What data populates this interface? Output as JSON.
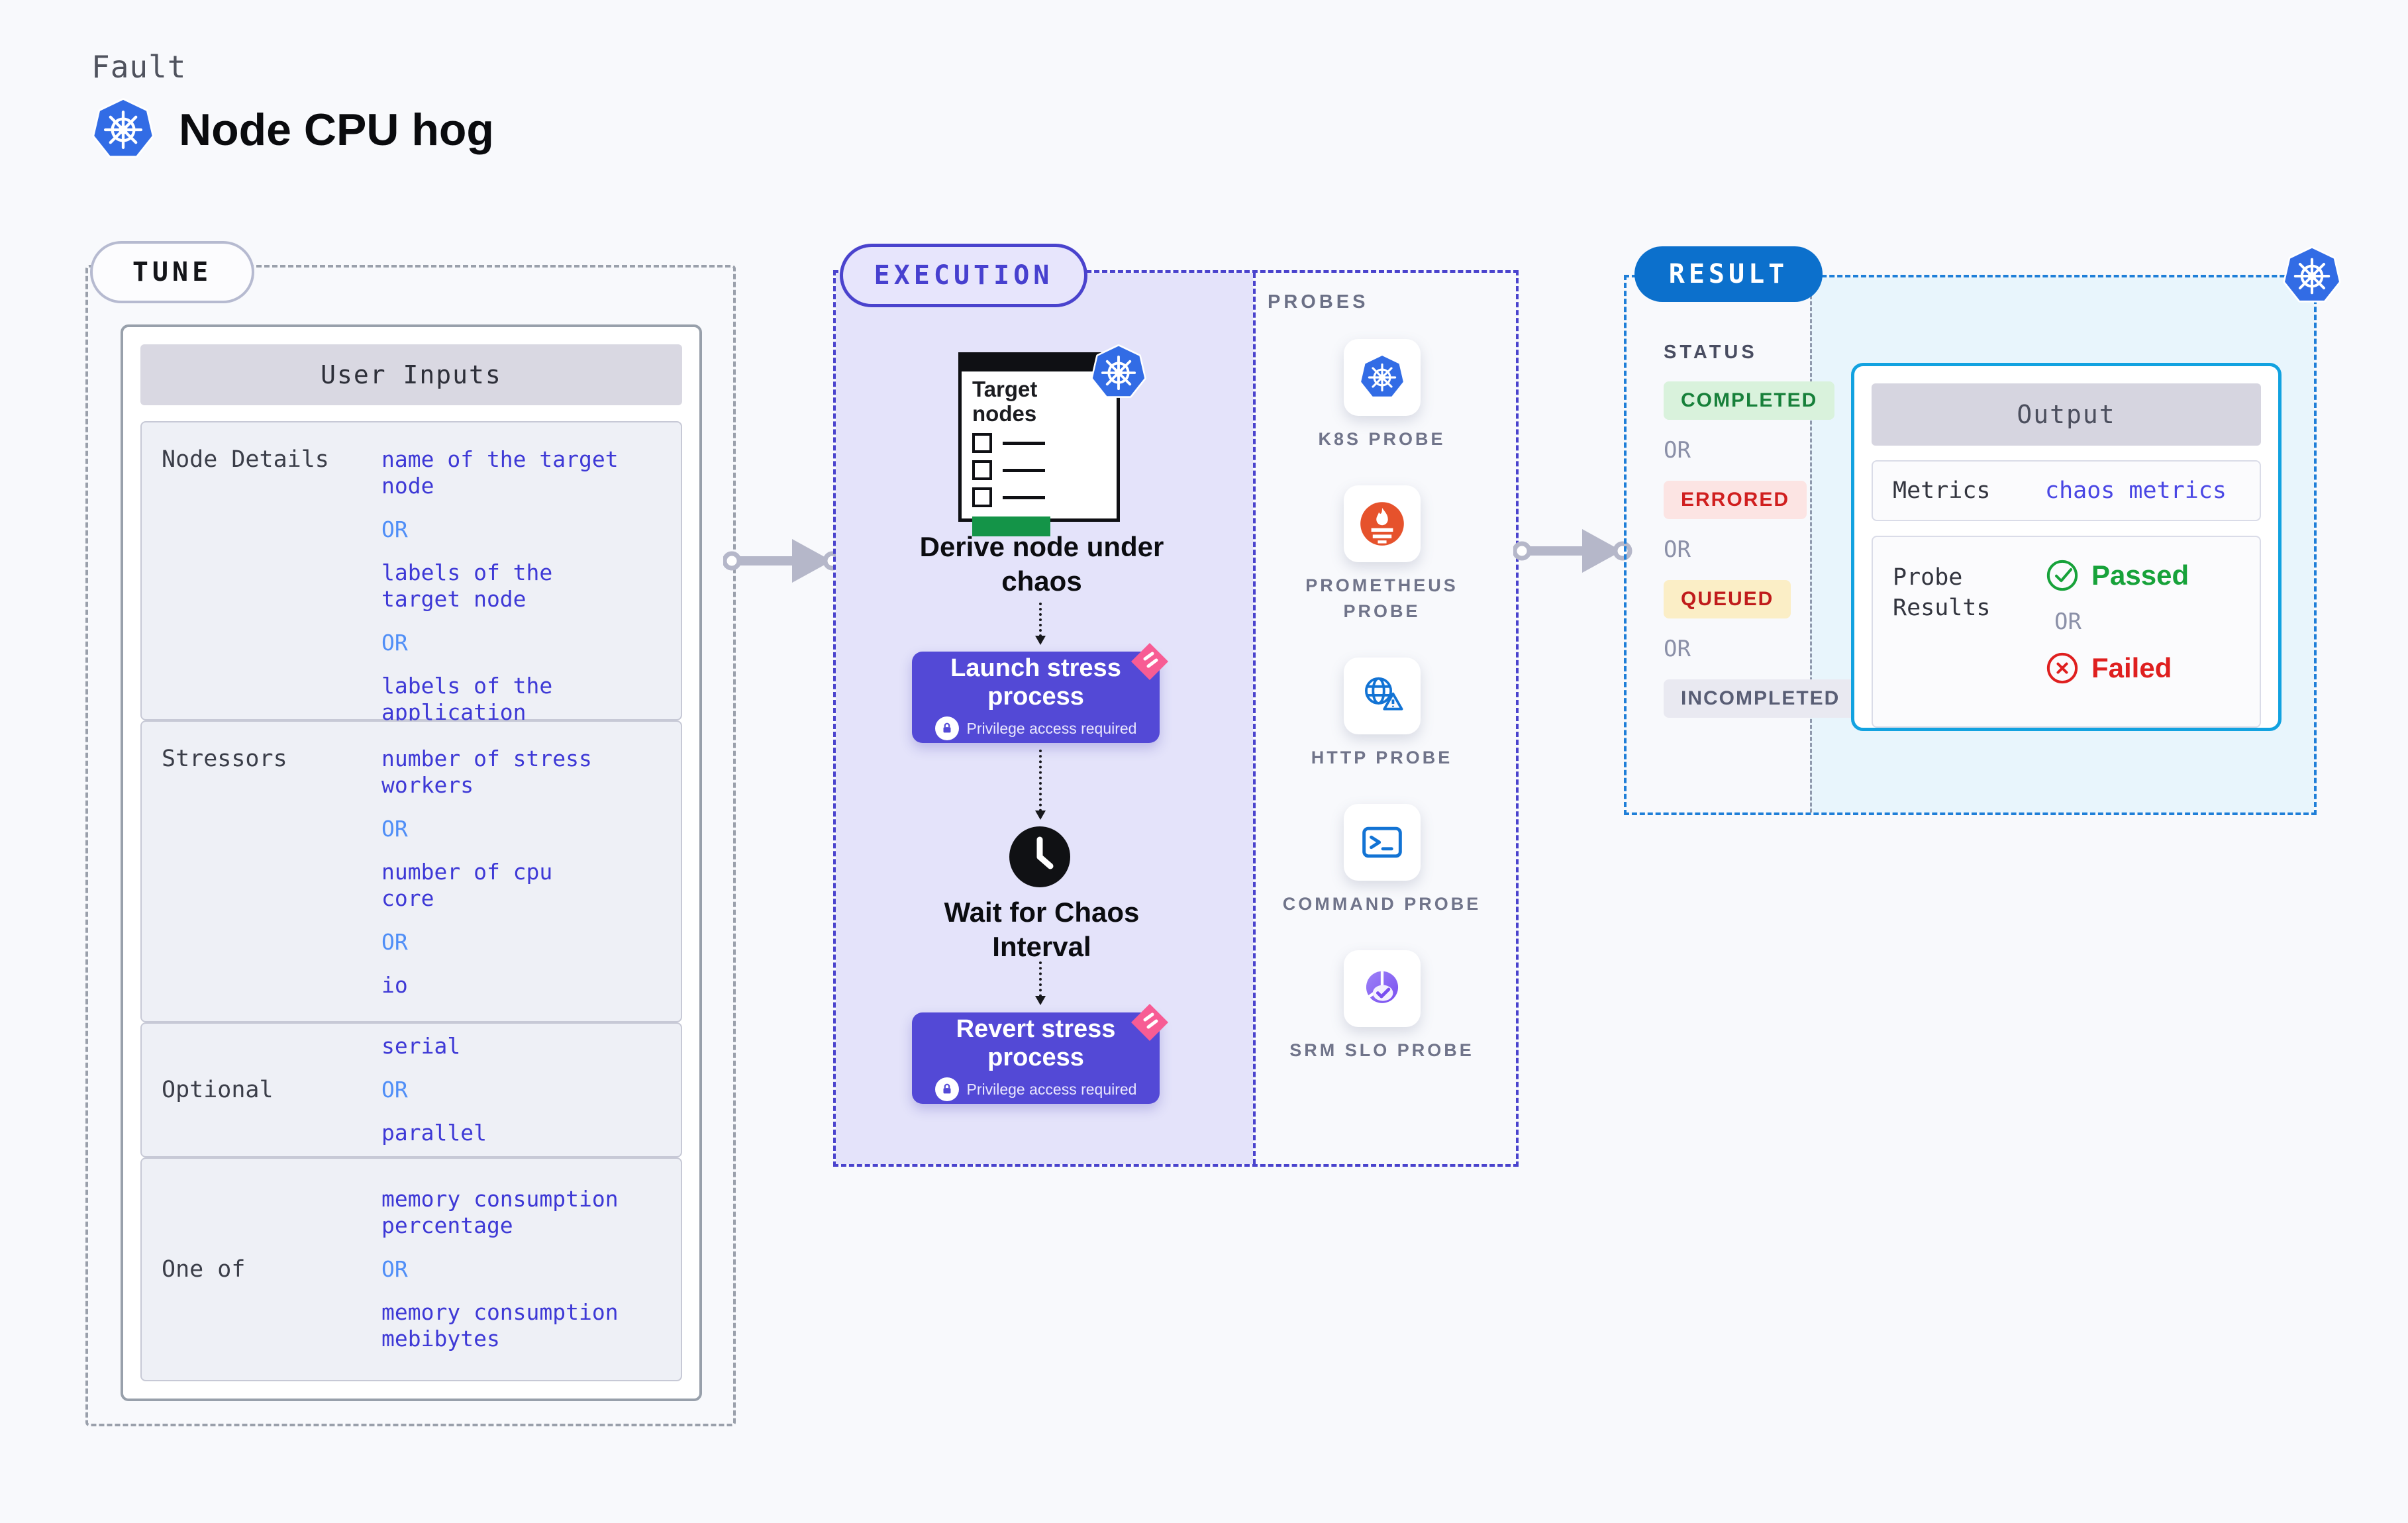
{
  "header": {
    "kicker": "Fault",
    "title": "Node CPU hog"
  },
  "tune": {
    "pill": "TUNE",
    "table_title": "User Inputs",
    "or_label": "OR",
    "rows": [
      {
        "label": "Node Details",
        "items": [
          "name of the target\nnode",
          "OR",
          "labels of the\ntarget node",
          "OR",
          "labels of the application\n scheduled on target node"
        ]
      },
      {
        "label": "Stressors",
        "items": [
          "number of stress\nworkers",
          "OR",
          "number of cpu\ncore",
          "OR",
          "io"
        ]
      },
      {
        "label": "Optional",
        "items": [
          "serial",
          "OR",
          "parallel"
        ]
      },
      {
        "label": "One of",
        "items": [
          "memory consumption\npercentage",
          "OR",
          "memory consumption\nmebibytes"
        ]
      }
    ]
  },
  "execution": {
    "pill": "EXECUTION",
    "target_card": {
      "title": "Target\nnodes"
    },
    "steps": {
      "derive": "Derive node under\nchaos",
      "launch": {
        "title": "Launch stress\nprocess",
        "note": "Privilege access required"
      },
      "wait": "Wait for Chaos\nInterval",
      "revert": {
        "title": "Revert stress\nprocess",
        "note": "Privilege access required"
      }
    },
    "probes": {
      "label": "PROBES",
      "items": [
        {
          "name": "K8S PROBE",
          "icon": "k8s"
        },
        {
          "name": "PROMETHEUS PROBE",
          "icon": "prometheus"
        },
        {
          "name": "HTTP PROBE",
          "icon": "http"
        },
        {
          "name": "COMMAND PROBE",
          "icon": "command"
        },
        {
          "name": "SRM SLO PROBE",
          "icon": "srm"
        }
      ]
    }
  },
  "result": {
    "pill": "RESULT",
    "status_label": "STATUS",
    "or_label": "OR",
    "statuses": [
      {
        "label": "COMPLETED",
        "fg": "#17803a",
        "bg": "#d9f2dc"
      },
      {
        "label": "ERRORED",
        "fg": "#d01f1f",
        "bg": "#fce4e3"
      },
      {
        "label": "QUEUED",
        "fg": "#c01b1b",
        "bg": "#fbeec6"
      },
      {
        "label": "INCOMPLETED",
        "fg": "#585d74",
        "bg": "#e9e9f1"
      }
    ],
    "output": {
      "title": "Output",
      "metrics_label": "Metrics",
      "metrics_value": "chaos metrics",
      "probe_results_label": "Probe\nResults",
      "passed": "Passed",
      "failed": "Failed"
    }
  },
  "colors": {
    "accent_indigo": "#5349d6",
    "accent_blue": "#0c70cc",
    "k8s_blue": "#326ce5",
    "prometheus_orange": "#e6522c",
    "passed_green": "#17a23a",
    "failed_red": "#df1f1f",
    "pink_flag": "#f75c94"
  }
}
